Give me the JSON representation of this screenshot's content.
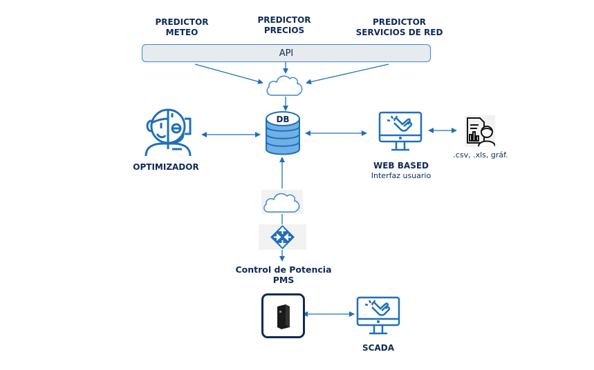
{
  "predictors": [
    {
      "line1": "PREDICTOR",
      "line2": "METEO"
    },
    {
      "line1": "PREDICTOR",
      "line2": "PRECIOS"
    },
    {
      "line1": "PREDICTOR",
      "line2": "SERVICIOS DE RED"
    }
  ],
  "api": {
    "label": "API"
  },
  "db": {
    "label": "DB"
  },
  "optimizer": {
    "label": "OPTIMIZADOR"
  },
  "web": {
    "title": "WEB BASED",
    "subtitle": "Interfaz usuario"
  },
  "exports": {
    "label": ".csv, .xls, gráf."
  },
  "pms": {
    "line1": "Control de Potencia",
    "line2": "PMS"
  },
  "scada": {
    "label": "SCADA"
  },
  "colors": {
    "primary": "#1f6fb8",
    "dark_text": "#0f2a55",
    "db_fill": "#6fb0e6"
  }
}
